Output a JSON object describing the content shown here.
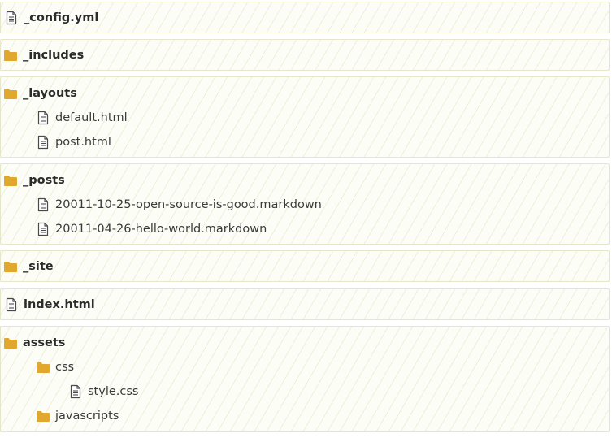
{
  "colors": {
    "folder": "#e0a82e",
    "file_icon": "#4a4a4a",
    "block_border": "#e6e6c8",
    "stripe": "#d2d2aa"
  },
  "tree": {
    "config": {
      "name": "_config.yml",
      "icon": "file-icon"
    },
    "includes": {
      "name": "_includes",
      "icon": "folder-icon"
    },
    "layouts": {
      "name": "_layouts",
      "icon": "folder-icon",
      "children": [
        {
          "name": "default.html",
          "icon": "file-icon"
        },
        {
          "name": "post.html",
          "icon": "file-icon"
        }
      ]
    },
    "posts": {
      "name": "_posts",
      "icon": "folder-icon",
      "children": [
        {
          "name": "20011-10-25-open-source-is-good.markdown",
          "icon": "file-icon"
        },
        {
          "name": "20011-04-26-hello-world.markdown",
          "icon": "file-icon"
        }
      ]
    },
    "site": {
      "name": "_site",
      "icon": "folder-icon"
    },
    "index": {
      "name": "index.html",
      "icon": "file-icon"
    },
    "assets": {
      "name": "assets",
      "icon": "folder-icon",
      "children": [
        {
          "name": "css",
          "icon": "folder-icon",
          "children": [
            {
              "name": "style.css",
              "icon": "file-icon"
            }
          ]
        },
        {
          "name": "javascripts",
          "icon": "folder-icon"
        }
      ]
    }
  }
}
